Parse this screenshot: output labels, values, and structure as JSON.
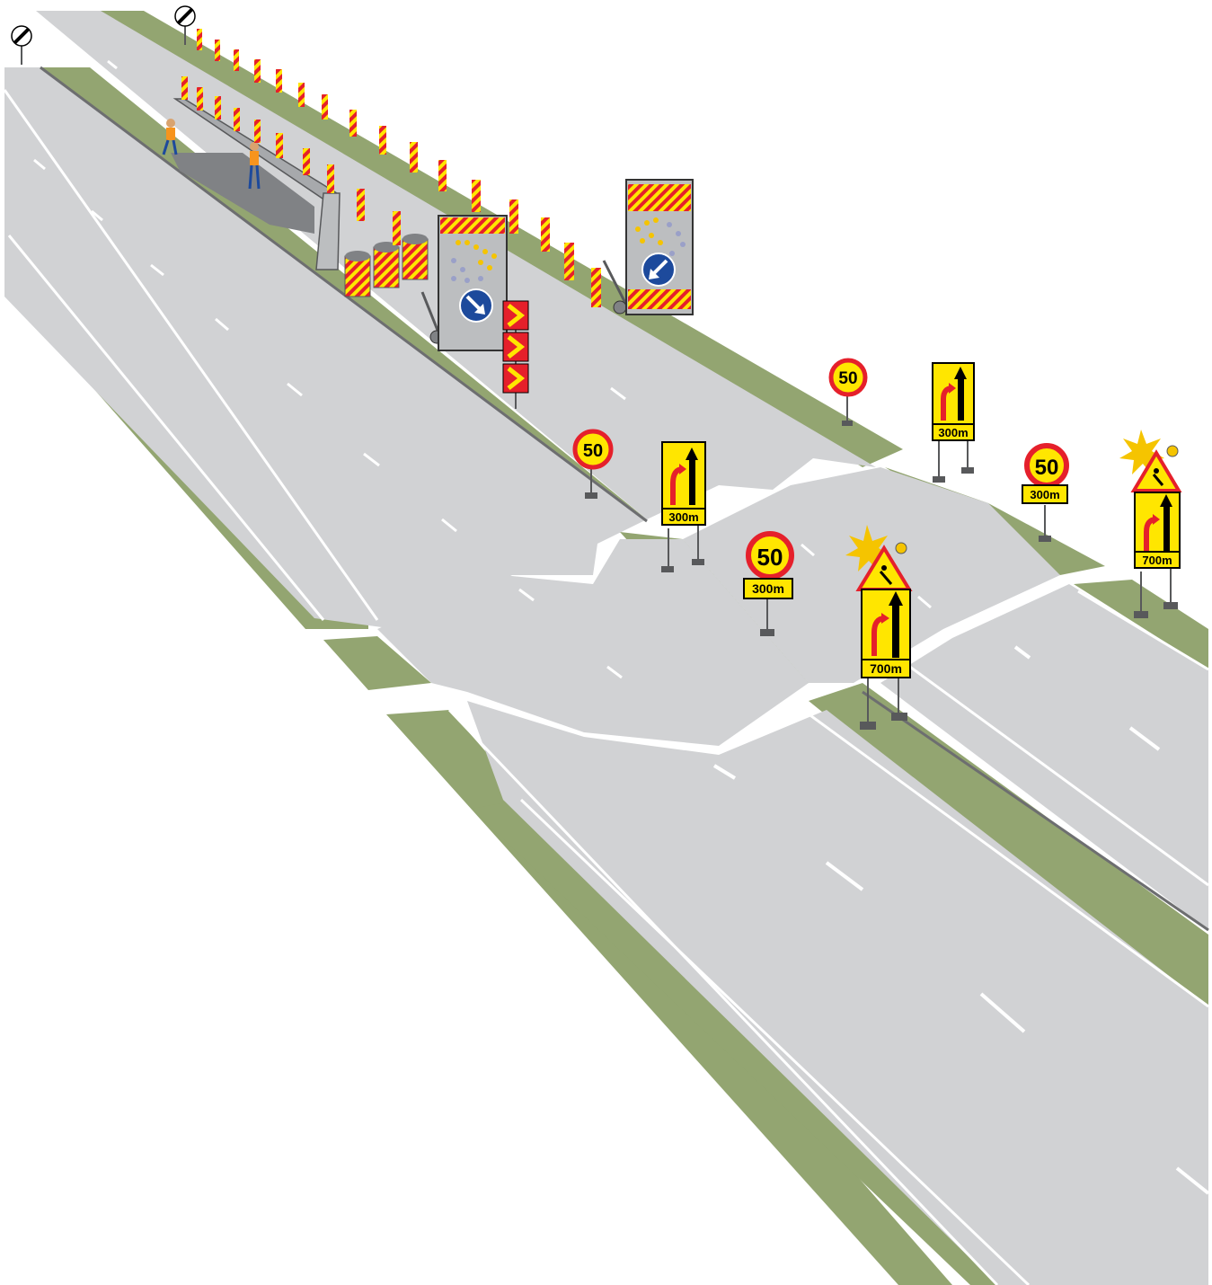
{
  "colors": {
    "background": "#ffffff",
    "verge": "#93a571",
    "asphalt": "#d1d2d4",
    "lane_marking": "#ffffff",
    "edge_line": "#6d6e70",
    "work_area": "#808285",
    "sign_yellow": "#ffe600",
    "sign_red": "#e5202b",
    "sign_blue": "#1d4a9c",
    "sign_black": "#000000",
    "beacon_amber": "#f5c400"
  },
  "signs": {
    "speed_limit_value": "50",
    "distance_300": "300m",
    "distance_700": "700m"
  },
  "icons": {
    "speed_limit": "speed-limit-50-icon",
    "lane_change_right": "lane-change-right-arrow-icon",
    "roadworks": "roadworks-warning-icon",
    "keep_right": "keep-right-arrow-icon",
    "keep_left": "keep-left-arrow-icon",
    "chevron": "chevron-right-icon",
    "end_of_restrictions": "end-of-restrictions-icon",
    "flashing_light": "flashing-beacon-icon"
  }
}
